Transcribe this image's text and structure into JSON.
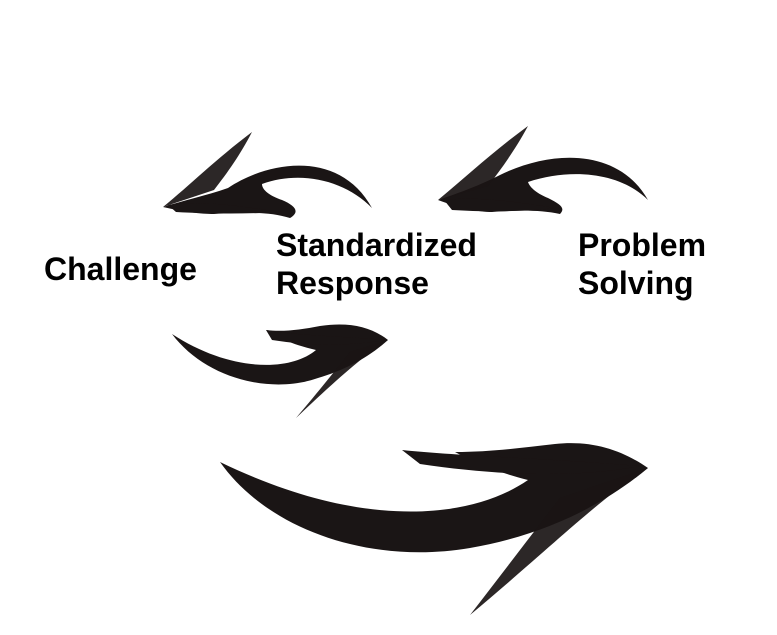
{
  "diagram": {
    "nodes": [
      {
        "id": "challenge",
        "lines": [
          "Challenge"
        ]
      },
      {
        "id": "standardized-response",
        "lines": [
          "Standardized",
          "Response"
        ]
      },
      {
        "id": "problem-solving",
        "lines": [
          "Problem",
          "Solving"
        ]
      }
    ],
    "edges": [
      {
        "from": "standardized-response",
        "to": "challenge",
        "direction": "left"
      },
      {
        "from": "problem-solving",
        "to": "standardized-response",
        "direction": "left"
      },
      {
        "from": "challenge",
        "to": "standardized-response",
        "direction": "right"
      },
      {
        "from": "challenge",
        "to": "problem-solving",
        "direction": "right"
      }
    ],
    "arrow_color": "#1a1515",
    "style": "brush-stroke arrows"
  }
}
